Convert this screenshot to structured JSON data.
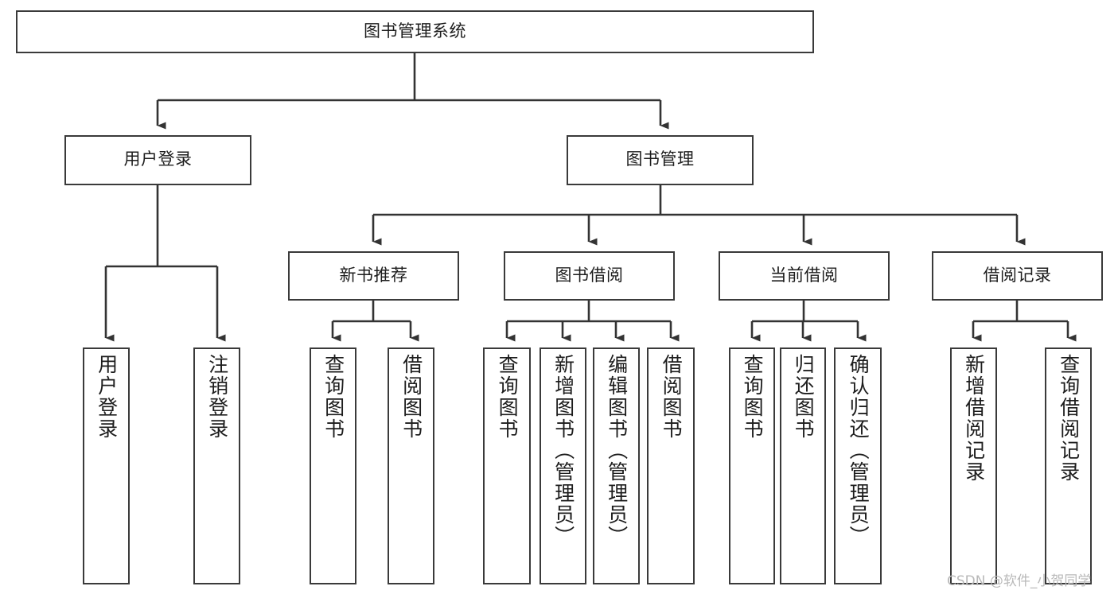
{
  "diagram": {
    "title": "图书管理系统",
    "type": "tree-hierarchy-diagram",
    "watermark": "CSDN @软件_小贺同学",
    "colors": {
      "box_border": "#3a3a3a",
      "box_fill": "#ffffff",
      "connector": "#333333",
      "text": "#1d1d1d",
      "watermark": "#b9b9b9",
      "background": "#ffffff"
    }
  },
  "root": {
    "label": "图书管理系统"
  },
  "level2": [
    {
      "id": "user-login",
      "label": "用户登录"
    },
    {
      "id": "book-manage",
      "label": "图书管理"
    }
  ],
  "level3": [
    {
      "id": "new-book-recommend",
      "label": "新书推荐"
    },
    {
      "id": "book-borrow",
      "label": "图书借阅"
    },
    {
      "id": "current-borrow",
      "label": "当前借阅"
    },
    {
      "id": "borrow-record",
      "label": "借阅记录"
    }
  ],
  "leaves": {
    "user_login": [
      {
        "id": "user-login-leaf",
        "label": "用户登录"
      },
      {
        "id": "user-logout-leaf",
        "label": "注销登录"
      }
    ],
    "new_book_recommend": [
      {
        "id": "query-book-1",
        "label": "查询图书"
      },
      {
        "id": "borrow-book-1",
        "label": "借阅图书"
      }
    ],
    "book_borrow": [
      {
        "id": "query-book-2",
        "label": "查询图书"
      },
      {
        "id": "add-book-admin",
        "label": "新增图书（管理员）"
      },
      {
        "id": "edit-book-admin",
        "label": "编辑图书（管理员）"
      },
      {
        "id": "borrow-book-2",
        "label": "借阅图书"
      }
    ],
    "current_borrow": [
      {
        "id": "query-book-3",
        "label": "查询图书"
      },
      {
        "id": "return-book",
        "label": "归还图书"
      },
      {
        "id": "confirm-return-admin",
        "label": "确认归还（管理员）"
      }
    ],
    "borrow_record": [
      {
        "id": "add-borrow-record",
        "label": "新增借阅记录"
      },
      {
        "id": "query-borrow-record",
        "label": "查询借阅记录"
      }
    ]
  }
}
